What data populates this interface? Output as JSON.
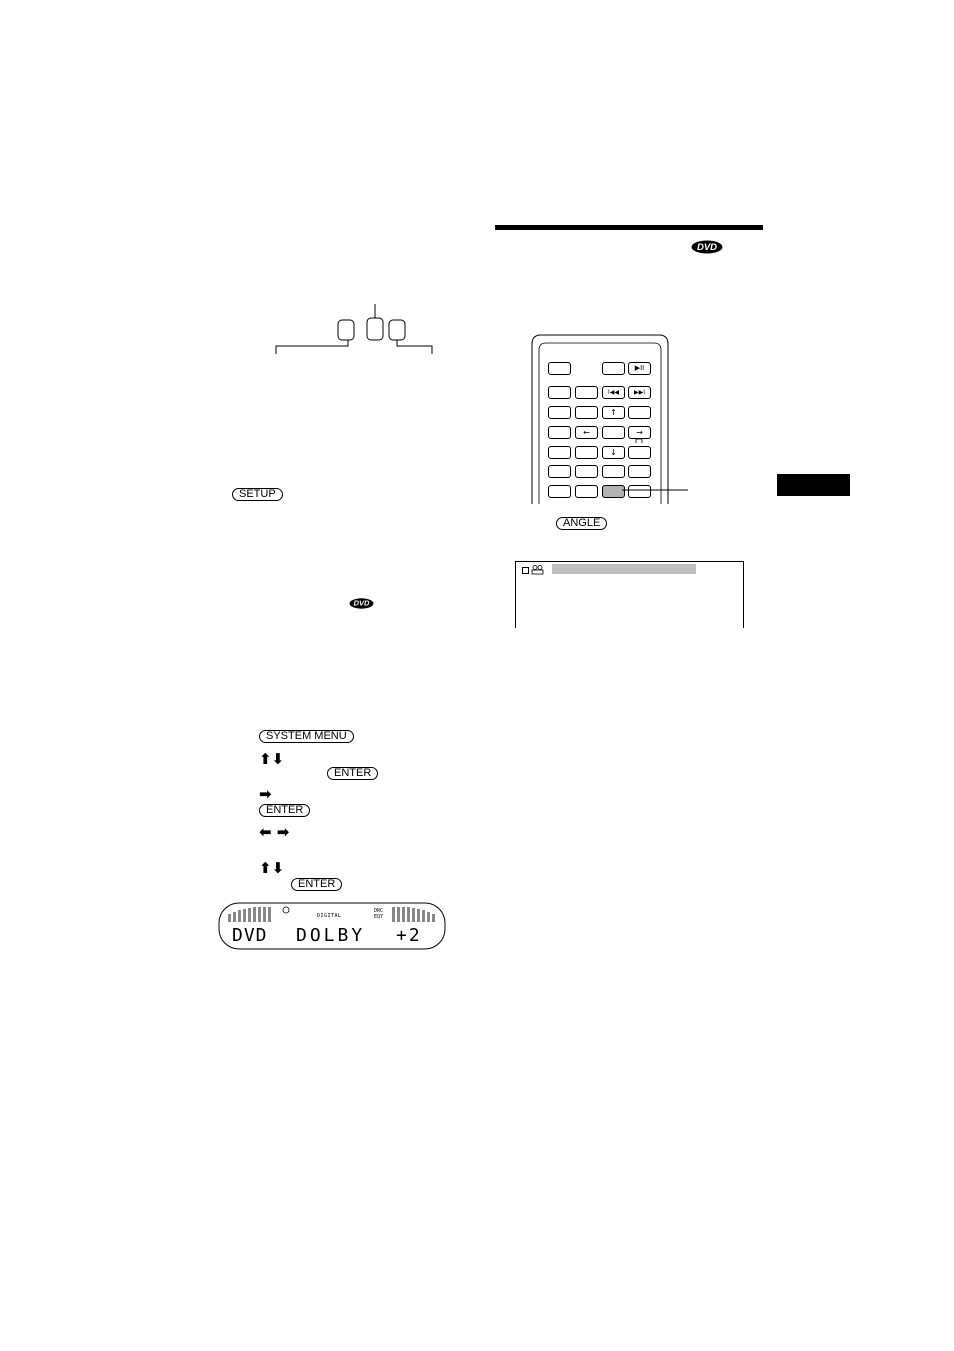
{
  "buttons": {
    "setup": "SETUP",
    "angle": "ANGLE",
    "system_menu": "SYSTEM MENU",
    "enter_1": "ENTER",
    "enter_2": "ENTER",
    "enter_3": "ENTER"
  },
  "arrows": {
    "up_down_1": "⬆⬇",
    "right_1": "➡",
    "left_right": "⬅ ➡",
    "up_down_2": "⬆⬇"
  },
  "badges": {
    "dvd_logo": "DVD"
  },
  "lcd": {
    "source": "DVD",
    "mode": "DOLBY",
    "level": "+2",
    "digital_label": "DIGITAL",
    "drc_label": "DRC",
    "eq_label": "EQ7"
  },
  "remote": {
    "play_pause_glyph": "▶II",
    "prev_glyph": "I◀◀",
    "next_glyph": "▶▶I",
    "up_glyph": "↑",
    "down_glyph": "↓",
    "left_glyph": "←",
    "right_glyph": "→"
  },
  "colors": {
    "text": "#000000",
    "highlight_button": "#b3b3b3",
    "osd_bar": "#bfbfbf"
  }
}
